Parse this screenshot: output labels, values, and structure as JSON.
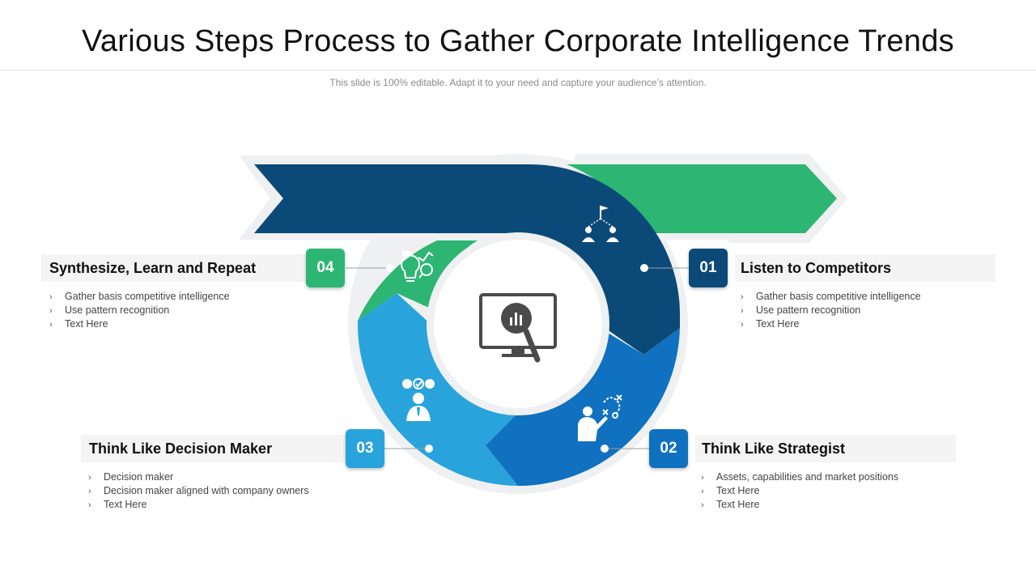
{
  "title": "Various Steps Process to Gather Corporate Intelligence Trends",
  "subtitle": "This slide is 100% editable. Adapt it to your need and capture your audience’s attention.",
  "colors": {
    "dark_navy": "#0b4a78",
    "green": "#2db573",
    "light_blue": "#29a3dc",
    "mid_blue": "#0f71c0",
    "ring_gray": "#eef0f1",
    "icon_dark": "#4a4a4a"
  },
  "steps": [
    {
      "number": "01",
      "heading": "Listen to Competitors",
      "bullets": [
        "Gather basis competitive intelligence",
        "Use pattern recognition",
        "Text Here"
      ],
      "icon": "team-leader-flag-icon"
    },
    {
      "number": "02",
      "heading": "Think Like Strategist",
      "bullets": [
        "Assets, capabilities and market positions",
        "Text Here",
        "Text Here"
      ],
      "icon": "strategist-plan-icon"
    },
    {
      "number": "03",
      "heading": "Think Like Decision Maker",
      "bullets": [
        "Decision maker",
        "Decision maker aligned with company owners",
        "Text Here"
      ],
      "icon": "decision-maker-icon"
    },
    {
      "number": "04",
      "heading": "Synthesize, Learn and Repeat",
      "bullets": [
        "Gather basis competitive intelligence",
        "Use pattern recognition",
        "Text Here"
      ],
      "icon": "idea-analytics-icon"
    }
  ],
  "center_icon": "monitor-analytics-search-icon"
}
